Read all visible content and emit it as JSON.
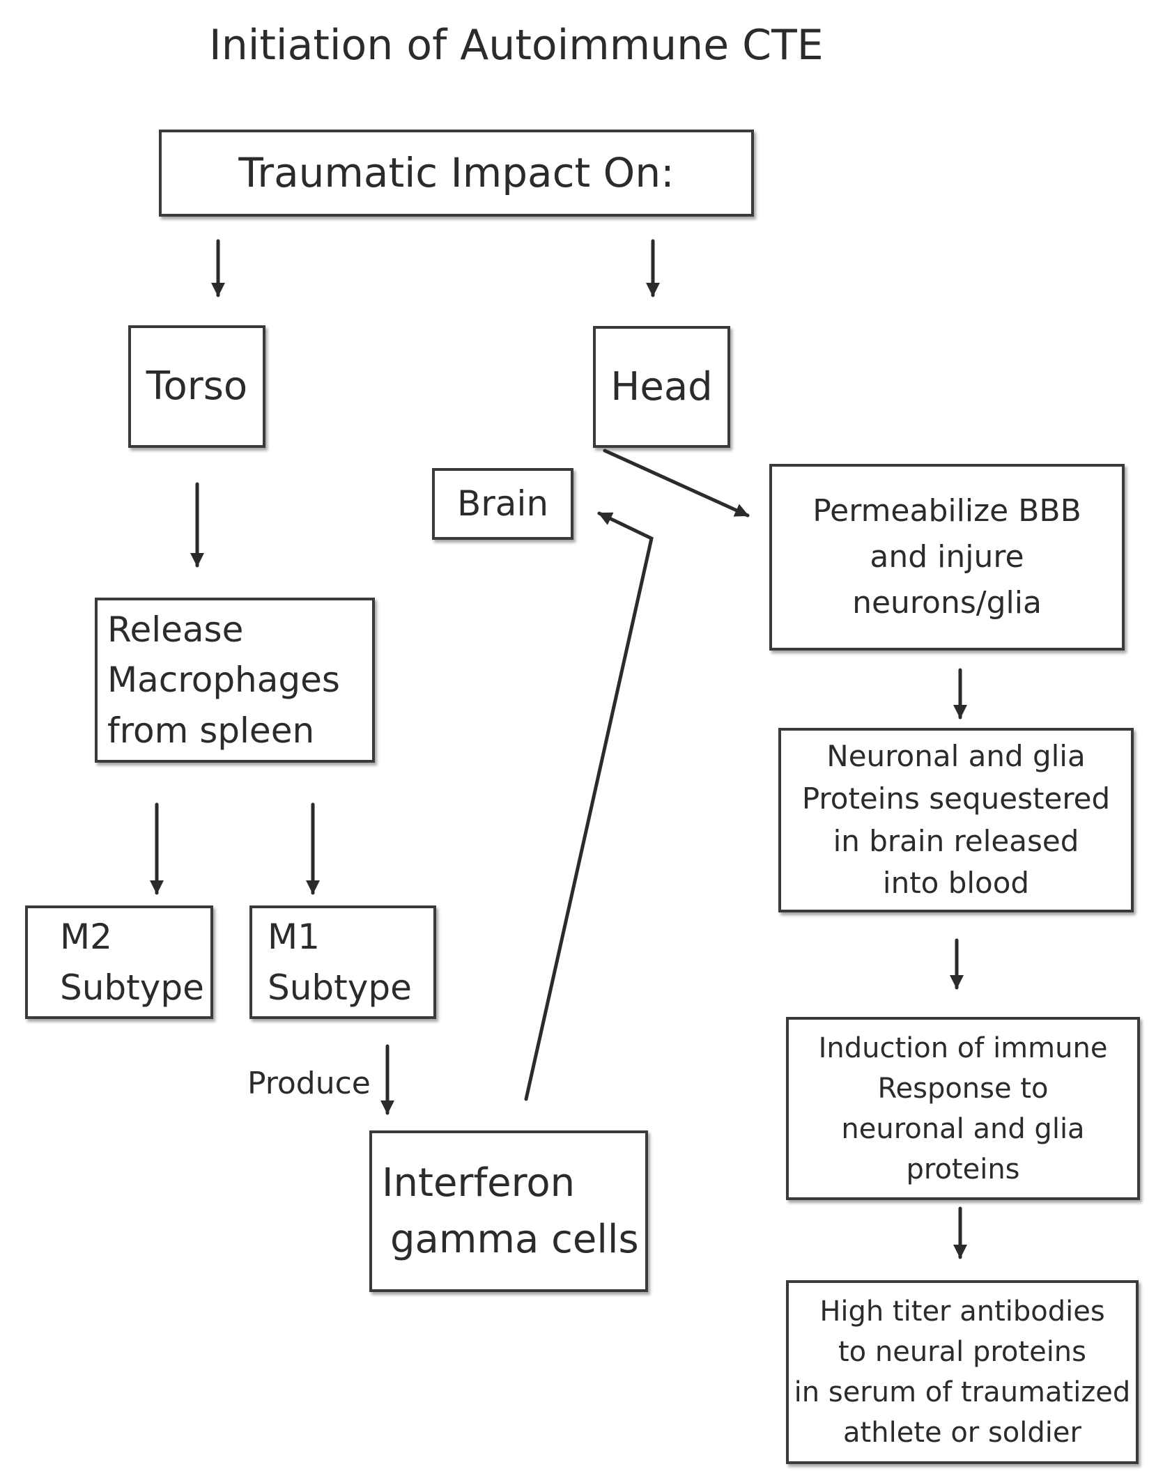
{
  "title": "Initiation of Autoimmune CTE",
  "nodes": {
    "impact": [
      "Traumatic Impact On:"
    ],
    "torso": [
      "Torso"
    ],
    "head": [
      "Head"
    ],
    "brain": [
      "Brain"
    ],
    "bbb": [
      "Permeabilize BBB",
      "and injure",
      "neurons/glia"
    ],
    "release": [
      "Release",
      "Macrophages",
      "from spleen"
    ],
    "m2": [
      "M2",
      "Subtype"
    ],
    "m1": [
      "M1",
      "Subtype"
    ],
    "proteins": [
      "Neuronal and glia",
      "Proteins sequestered",
      "in brain released",
      "into blood"
    ],
    "interferon": [
      "Interferon",
      "gamma cells"
    ],
    "induction": [
      "Induction of immune",
      "Response to",
      "neuronal and glia",
      "proteins"
    ],
    "antibodies": [
      "High titer antibodies",
      "to neural proteins",
      "in serum of traumatized",
      "athlete or soldier"
    ]
  },
  "edge_labels": {
    "m1_to_interferon": "Produce"
  },
  "colors": {
    "border": "#3a3a3a",
    "text": "#2b2b2b",
    "background": "#ffffff"
  }
}
